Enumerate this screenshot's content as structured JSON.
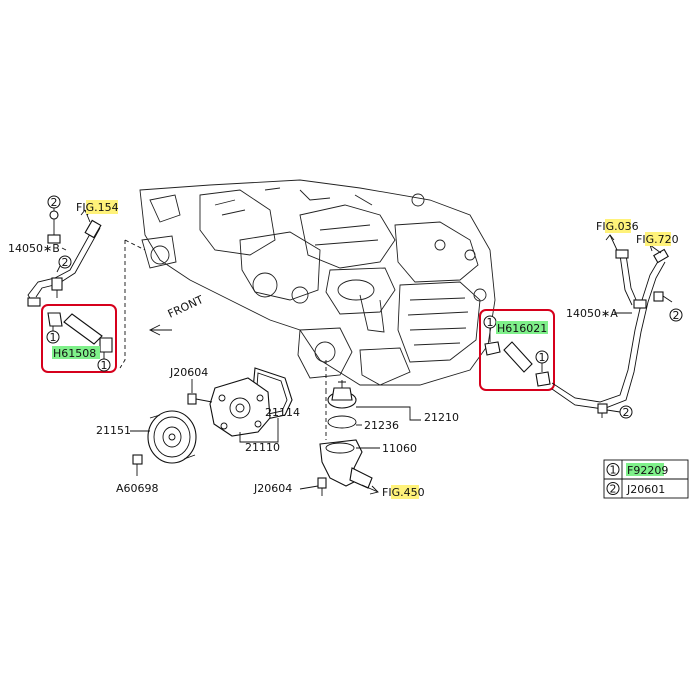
{
  "labels": {
    "fig154": "FIG.154",
    "fig036": "FIG.036",
    "fig720": "FIG.720",
    "fig450": "FIG.450",
    "hose_b": "14050∗B",
    "hose_a": "14050∗A",
    "front": "FRONT",
    "kit_left": "H61508",
    "kit_right": "H616021",
    "j20604_top": "J20604",
    "j20604_bottom": "J20604",
    "p21114": "21114",
    "p21110": "21110",
    "p21151": "21151",
    "a60698": "A60698",
    "p21210": "21210",
    "p21236": "21236",
    "p11060": "11060"
  },
  "callouts": {
    "one": "1",
    "two": "2"
  },
  "legend": [
    {
      "num": "1",
      "code": "F92209"
    },
    {
      "num": "2",
      "code": "J20601"
    }
  ],
  "colors": {
    "fig_highlight": "#fff27a",
    "partnum_highlight": "#7ff08a",
    "box": "#d6001c"
  }
}
